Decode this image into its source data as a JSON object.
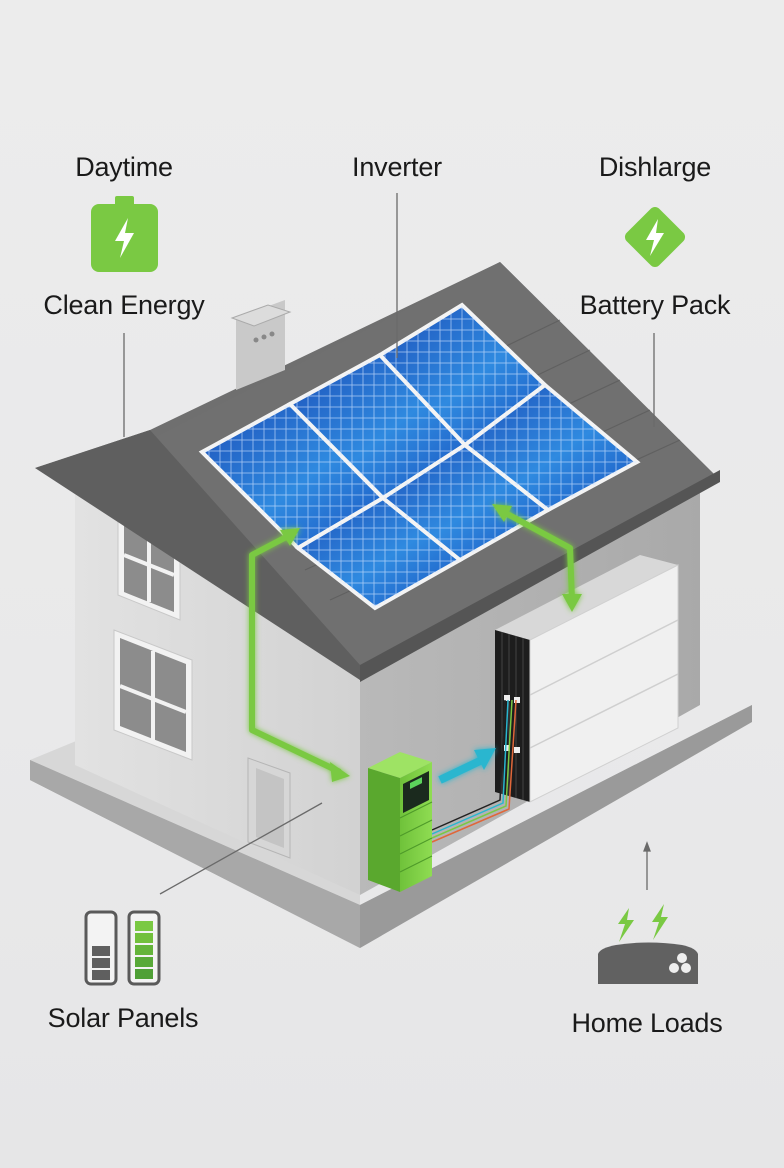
{
  "diagram": {
    "type": "solar-home-energy-system",
    "labels": {
      "daytime": "Daytime",
      "clean_energy": "Clean Energy",
      "inverter": "Inverter",
      "discharge": "Dishlarge",
      "battery_pack": "Battery Pack",
      "solar_panels": "Solar Panels",
      "home_loads": "Home Loads"
    },
    "icons": {
      "daytime": "battery-charging-icon",
      "discharge": "diamond-bolt-icon",
      "solar_panels": "battery-level-icon",
      "home_loads": "power-hub-icon"
    },
    "components": [
      {
        "id": "house",
        "label": "House"
      },
      {
        "id": "solar-array",
        "label": "Solar panel array",
        "panel_count": 6
      },
      {
        "id": "inverter-unit",
        "label": "Green inverter unit"
      },
      {
        "id": "battery-rack",
        "label": "Wall battery rack"
      }
    ],
    "flows": [
      {
        "from": "inverter-unit",
        "to": "solar-array",
        "color": "#7ac943",
        "direction": "bidirectional"
      },
      {
        "from": "solar-array",
        "to": "battery-rack",
        "color": "#7ac943",
        "direction": "bidirectional"
      },
      {
        "from": "inverter-unit",
        "to": "battery-rack",
        "color": "#29b6cf",
        "direction": "forward"
      }
    ],
    "colors": {
      "accent_green": "#7ac943",
      "flow_cyan": "#29b6cf",
      "roof_gray": "#6e6e6e",
      "wall_light": "#dcdcdc",
      "panel_blue": "#1f5fc4",
      "text": "#1a1a1a"
    }
  }
}
